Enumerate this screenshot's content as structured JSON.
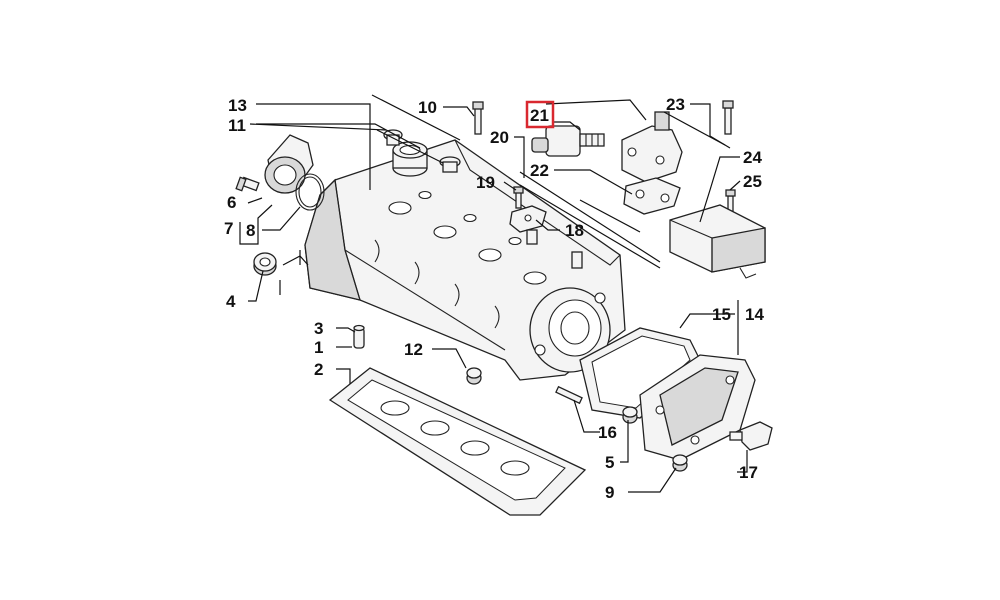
{
  "diagram": {
    "highlight_color": "#d9282f",
    "highlighted_callout": "21",
    "callouts": {
      "c1": "1",
      "c2": "2",
      "c3": "3",
      "c4": "4",
      "c5": "5",
      "c6": "6",
      "c7": "7",
      "c8": "8",
      "c9": "9",
      "c10": "10",
      "c11": "11",
      "c12": "12",
      "c13": "13",
      "c14": "14",
      "c15": "15",
      "c16": "16",
      "c17": "17",
      "c18": "18",
      "c19": "19",
      "c20": "20",
      "c21": "21",
      "c22": "22",
      "c23": "23",
      "c24": "24",
      "c25": "25"
    }
  }
}
